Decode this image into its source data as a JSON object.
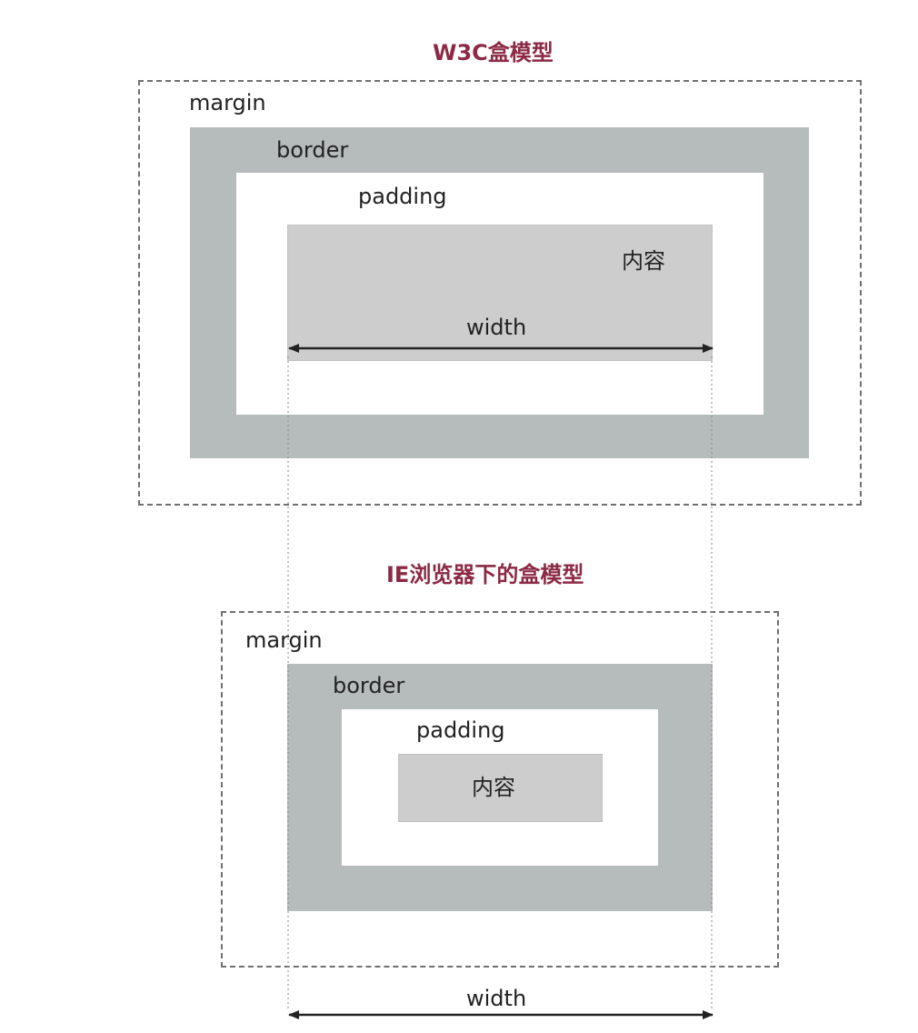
{
  "w3c": {
    "title": "W3C盒模型",
    "margin_label": "margin",
    "border_label": "border",
    "padding_label": "padding",
    "content_label": "内容",
    "width_label": "width"
  },
  "ie": {
    "title": "IE浏览器下的盒模型",
    "margin_label": "margin",
    "border_label": "border",
    "padding_label": "padding",
    "content_label": "内容",
    "width_label": "width"
  },
  "colors": {
    "title": "#8c2a45",
    "border_fill": "#b6bcbb",
    "content_fill": "#cdcdcd",
    "dashed_line": "#707070"
  }
}
